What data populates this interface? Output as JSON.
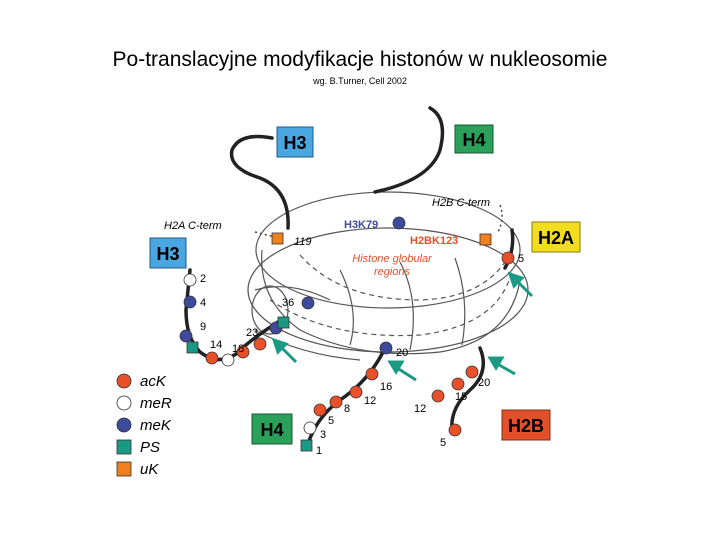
{
  "title": "Po-translacyjne modyfikacje histonów w nukleosomie",
  "subtitle": "wg. B.Turner, Cell 2002",
  "boxes": {
    "h3_top": "H3",
    "h4_top": "H4",
    "h3_left": "H3",
    "h2a": "H2A",
    "h4_bottom": "H4",
    "h2b": "H2B"
  },
  "labels": {
    "h2a_cterm": "H2A C-term",
    "h2b_cterm": "H2B C-term",
    "h3k79": "H3K79",
    "h2bk123": "H2BK123",
    "n119": "119",
    "globular_1": "Histone globular",
    "globular_2": "regions"
  },
  "numbers": {
    "h2a_5": "5",
    "h3_2": "2",
    "h3_4": "4",
    "h3_9": "9",
    "h3_14": "14",
    "h3_18": "18",
    "h3_23": "23",
    "h3_36": "36",
    "h2b_20a": "20",
    "h4_16": "16",
    "h4_12": "12",
    "h4_8": "8",
    "h4_5": "5",
    "h4_3": "3",
    "h4_1": "1",
    "h2b_20": "20",
    "h2b_15": "15",
    "h2b_12": "12",
    "h2b_5": "5"
  },
  "legend": [
    {
      "label": "acK",
      "shape": "circle",
      "color": "#e8502a"
    },
    {
      "label": "meR",
      "shape": "circle",
      "color": "#ffffff"
    },
    {
      "label": "meK",
      "shape": "circle",
      "color": "#3e4a9a"
    },
    {
      "label": "PS",
      "shape": "square",
      "color": "#1a9a84"
    },
    {
      "label": "uK",
      "shape": "square",
      "color": "#f0801e"
    }
  ],
  "colors": {
    "h3_box": "#4aa6e0",
    "h4_box": "#2aa05a",
    "h2a_box": "#f2dc1e",
    "h2b_box": "#e2502a",
    "arrow": "#1a9a84",
    "h3k79_text": "#3e4a9a",
    "h2bk123_text": "#e2502a",
    "globular_text": "#e2502a"
  }
}
